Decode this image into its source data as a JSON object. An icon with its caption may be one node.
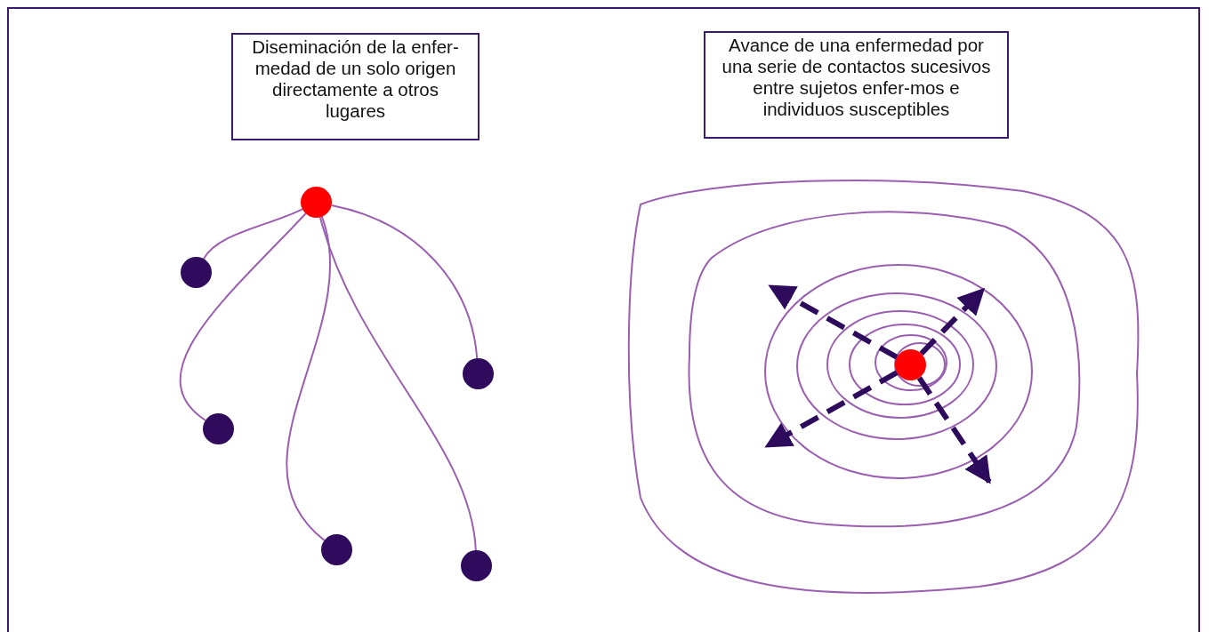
{
  "diagram": {
    "nodes": [
      {
        "text": [
          "Diseminación de la enfer-medad de un solo origen directamente a otros lugares"
        ]
      },
      {
        "text": [
          "Avance de una enfermedad por una serie de contactos sucesivos entre sujetos enfer-mos e individuos susceptibles"
        ]
      },
      {
        "text": [],
        "shape": "circle"
      },
      {
        "text": [],
        "shape": "circle"
      },
      {
        "text": [],
        "shape": "circle"
      },
      {
        "text": [],
        "shape": "circle"
      },
      {
        "text": [],
        "shape": "circle"
      },
      {
        "text": [],
        "shape": "circle"
      },
      {
        "text": [],
        "shape": "circle"
      }
    ],
    "edges": [
      {
        "from": 2,
        "to": 3,
        "arrow": "none"
      },
      {
        "from": 2,
        "to": 4,
        "arrow": "none"
      },
      {
        "from": 2,
        "to": 5,
        "arrow": "none"
      },
      {
        "from": 2,
        "to": 6,
        "arrow": "none"
      },
      {
        "from": 2,
        "to": 7,
        "arrow": "none"
      },
      {
        "from": 8,
        "to": null,
        "arrow": "to",
        "style": "dashed",
        "color": "#2e0a5c"
      },
      {
        "from": 8,
        "to": null,
        "arrow": "to",
        "style": "dashed",
        "color": "#2e0a5c"
      },
      {
        "from": 8,
        "to": null,
        "arrow": "to",
        "style": "dashed",
        "color": "#2e0a5c"
      },
      {
        "from": 8,
        "to": null,
        "arrow": "to",
        "style": "dashed",
        "color": "#2e0a5c"
      }
    ]
  }
}
